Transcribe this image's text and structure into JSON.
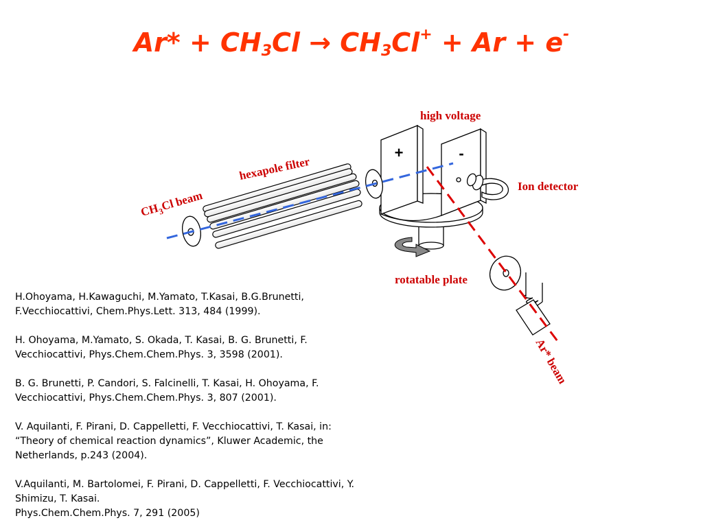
{
  "title": {
    "part1": "Ar* + CH",
    "sub1": "3",
    "part2": "Cl ",
    "arrow": "→",
    "part3": " CH",
    "sub2": "3",
    "part4": "Cl",
    "sup1": "+",
    "part5": " + Ar + e",
    "sup2": "-"
  },
  "labels": {
    "high_voltage": "high voltage",
    "plus_sign": "+",
    "minus_sign": "-",
    "hexapole_filter": "hexapole filter",
    "ch3cl_beam_prefix": "CH",
    "ch3cl_beam_sub": "3",
    "ch3cl_beam_suffix": "Cl beam",
    "ion_detector": "Ion detector",
    "rotatable_plate": "rotatable plate",
    "ar_beam": "Ar* beam"
  },
  "colors": {
    "title": "#ff3300",
    "labels": "#cc0000",
    "ch3cl_beam_line": "#3366dd",
    "ar_beam_line": "#dd0000"
  },
  "references": [
    "H.Ohoyama, H.Kawaguchi, M.Yamato, T.Kasai, B.G.Brunetti,\nF.Vecchiocattivi, Chem.Phys.Lett. 313, 484 (1999).",
    "H. Ohoyama, M.Yamato, S. Okada, T. Kasai, B. G. Brunetti, F.\nVecchiocattivi,  Phys.Chem.Chem.Phys. 3, 3598 (2001).",
    "B. G. Brunetti, P. Candori, S. Falcinelli, T. Kasai, H. Ohoyama, F.\nVecchiocattivi, Phys.Chem.Chem.Phys. 3, 807 (2001).",
    "V. Aquilanti, F. Pirani, D. Cappelletti, F. Vecchiocattivi, T. Kasai, in:\n“Theory of chemical reaction dynamics”, Kluwer Academic, the\nNetherlands, p.243 (2004).",
    "V.Aquilanti, M. Bartolomei, F. Pirani, D. Cappelletti, F. Vecchiocattivi, Y.\nShimizu, T. Kasai.\nPhys.Chem.Chem.Phys. 7, 291 (2005)"
  ]
}
